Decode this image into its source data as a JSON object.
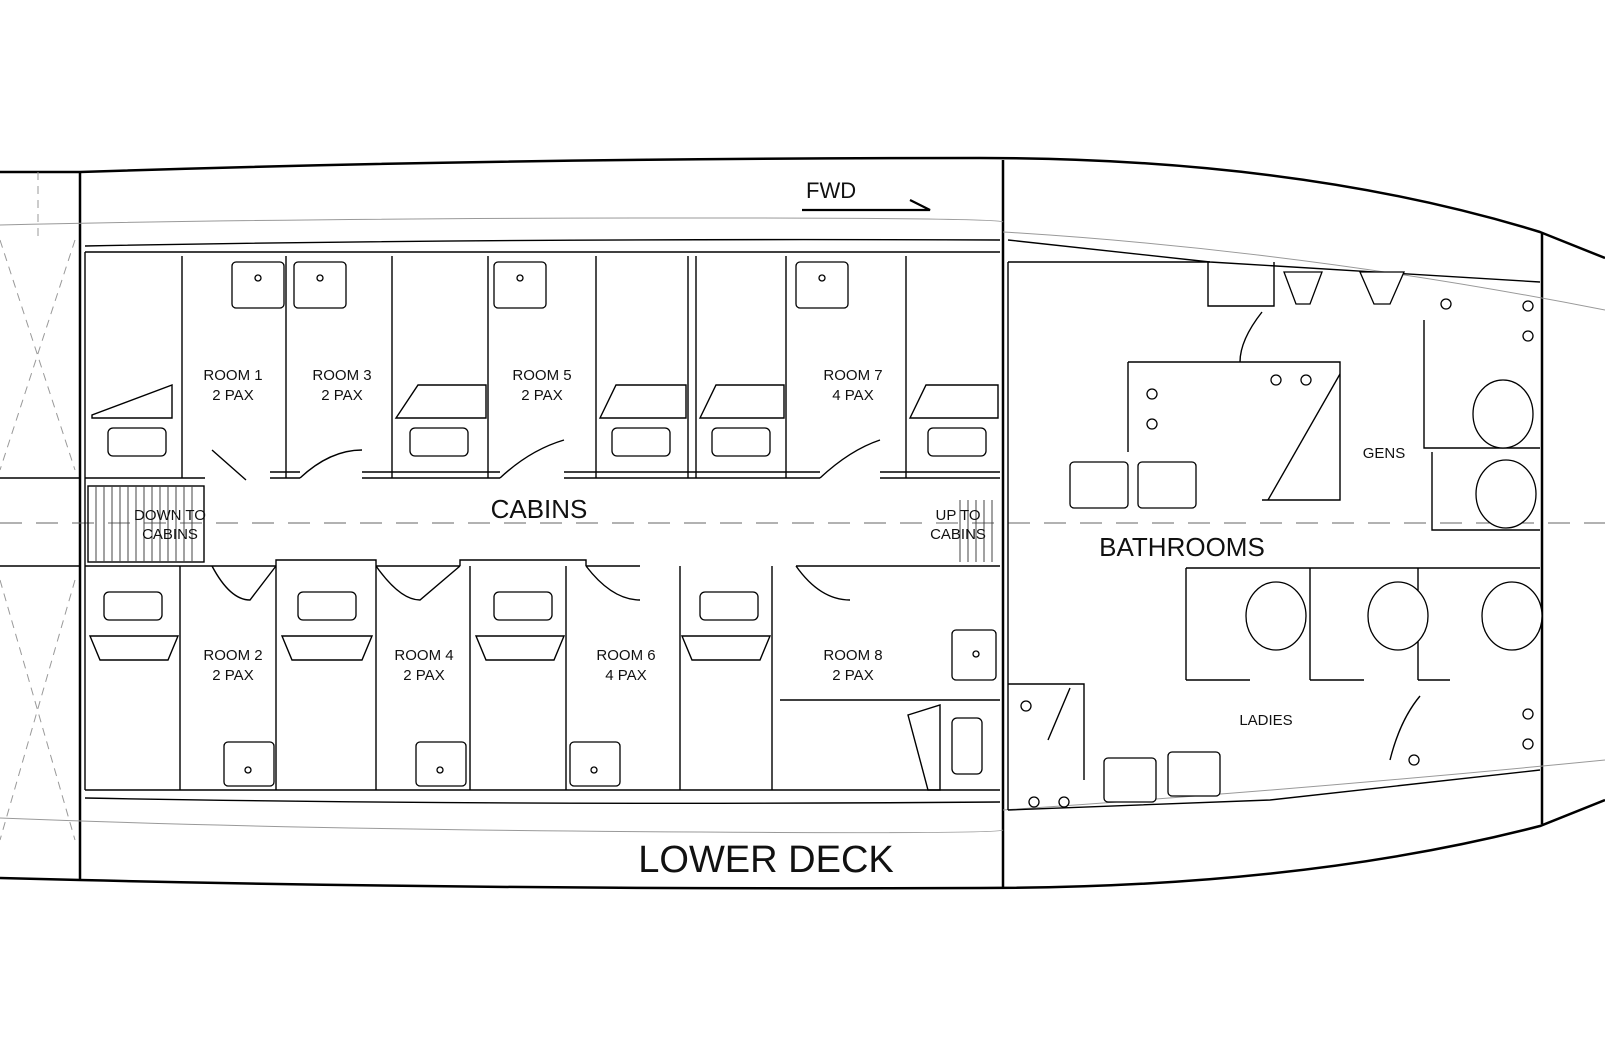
{
  "title": "LOWER DECK",
  "direction_label": "FWD",
  "zones": {
    "cabins": "CABINS",
    "bathrooms": "BATHROOMS",
    "gens": "GENS",
    "ladies": "LADIES"
  },
  "stairs": {
    "down": [
      "DOWN TO",
      "CABINS"
    ],
    "up": [
      "UP TO",
      "CABINS"
    ]
  },
  "rooms": [
    {
      "name": "ROOM 1",
      "pax": "2 PAX"
    },
    {
      "name": "ROOM 3",
      "pax": "2 PAX"
    },
    {
      "name": "ROOM 5",
      "pax": "2 PAX"
    },
    {
      "name": "ROOM 7",
      "pax": "4 PAX"
    },
    {
      "name": "ROOM 2",
      "pax": "2 PAX"
    },
    {
      "name": "ROOM 4",
      "pax": "2 PAX"
    },
    {
      "name": "ROOM 6",
      "pax": "4 PAX"
    },
    {
      "name": "ROOM 8",
      "pax": "2 PAX"
    }
  ]
}
